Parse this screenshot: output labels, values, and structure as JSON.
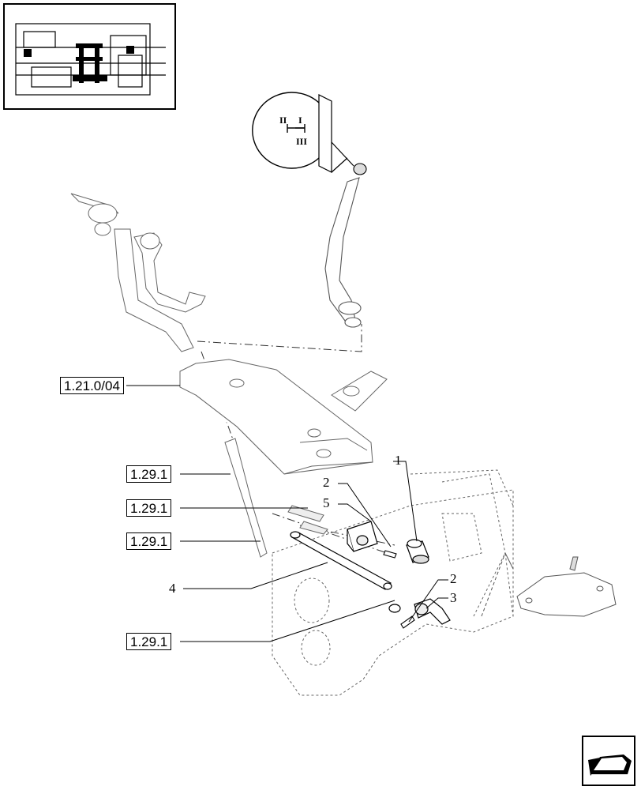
{
  "references": {
    "r1": "1.21.0/04",
    "r2": "1.29.1",
    "r3": "1.29.1",
    "r4": "1.29.1",
    "r5": "1.29.1"
  },
  "callouts": {
    "c1": "1",
    "c2a": "2",
    "c5": "5",
    "c4": "4",
    "c2b": "2",
    "c3": "3"
  },
  "gear_pattern": {
    "left": "II",
    "top_right": "I",
    "bottom_right": "III"
  },
  "icons": {
    "thumbnail": "transmission-thumbnail-icon",
    "nav": "next-page-arrow-icon"
  }
}
